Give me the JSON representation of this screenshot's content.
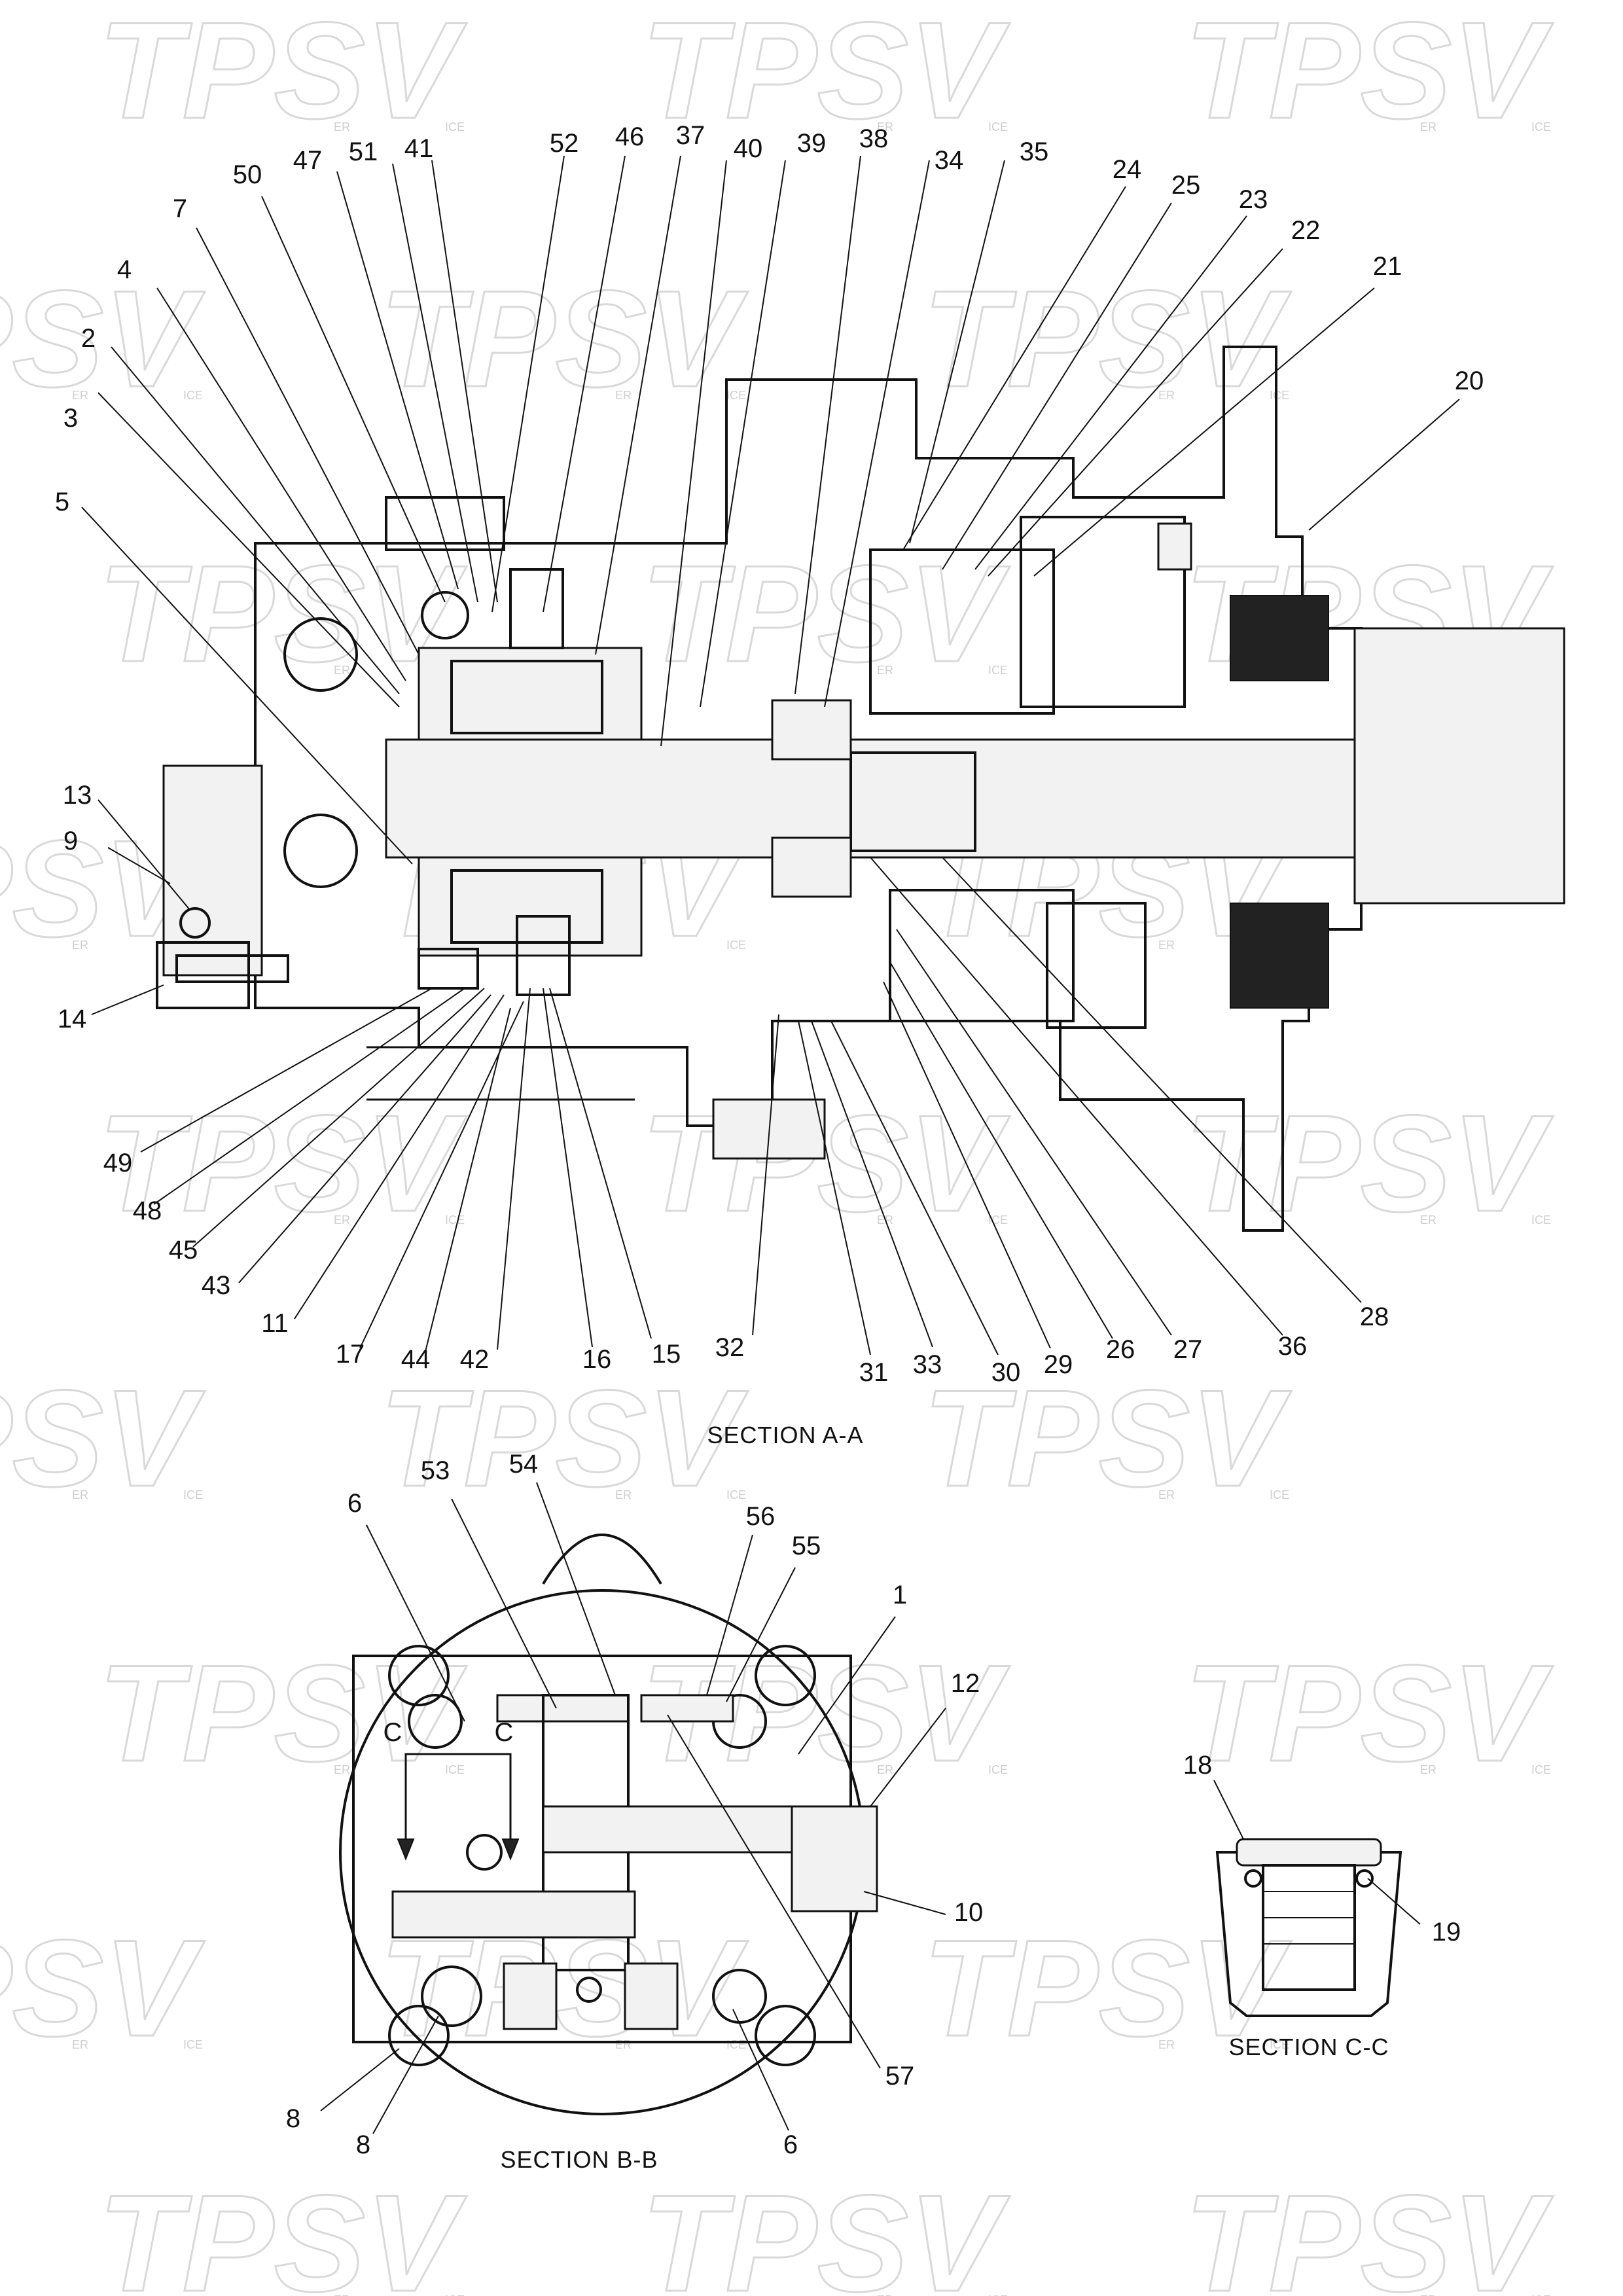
{
  "watermark": {
    "main": "TPSV",
    "small_left": "ER",
    "small_right": "ICE"
  },
  "sections": {
    "a": "SECTION A-A",
    "b": "SECTION B-B",
    "c": "SECTION C-C",
    "c_marker": "C"
  },
  "callouts_a": [
    "52",
    "46",
    "37",
    "40",
    "39",
    "38",
    "34",
    "35",
    "24",
    "25",
    "23",
    "22",
    "21",
    "20",
    "41",
    "51",
    "47",
    "50",
    "7",
    "4",
    "2",
    "3",
    "5",
    "13",
    "9",
    "14",
    "49",
    "48",
    "45",
    "43",
    "11",
    "17",
    "44",
    "42",
    "16",
    "15",
    "32",
    "31",
    "33",
    "30",
    "29",
    "26",
    "27",
    "36",
    "28"
  ],
  "callouts_b": [
    "6",
    "53",
    "54",
    "56",
    "55",
    "1",
    "12",
    "10",
    "57",
    "6",
    "8",
    "8"
  ],
  "callouts_c": [
    "18",
    "19"
  ]
}
